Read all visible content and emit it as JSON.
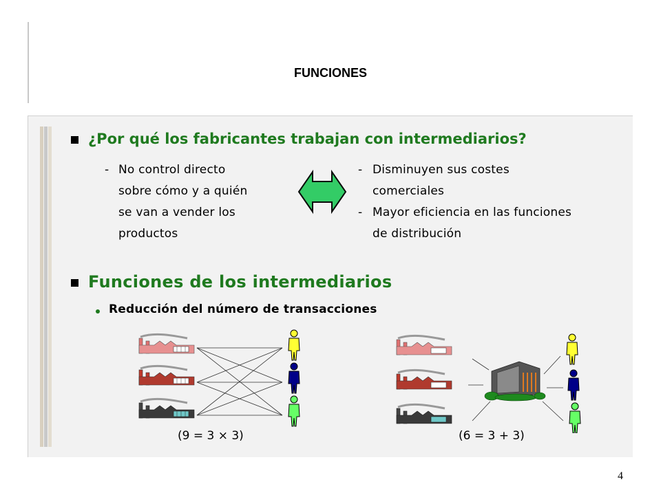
{
  "heading": "FUNCIONES",
  "question": "¿Por qué los fabricantes trabajan con intermediarios?",
  "left_points": [
    "-",
    "No control directo",
    "sobre cómo y a quién",
    "se van a vender los",
    "productos"
  ],
  "right_points": [
    {
      "dash": "-",
      "lines": [
        "Disminuyen sus costes",
        "comerciales"
      ]
    },
    {
      "dash": "-",
      "lines": [
        "Mayor eficiencia en las funciones",
        "de distribución"
      ]
    }
  ],
  "section_title": "Funciones de los intermediarios",
  "sub_bullet": "Reducción del número de transacciones",
  "equation_left": "(9 = 3 × 3)",
  "equation_right": "(6 = 3 + 3)",
  "page_number": "4",
  "colors": {
    "accent_green": "#1f7a1f",
    "arrow_green": "#33cc66",
    "panel_bg": "#f2f2f2"
  }
}
